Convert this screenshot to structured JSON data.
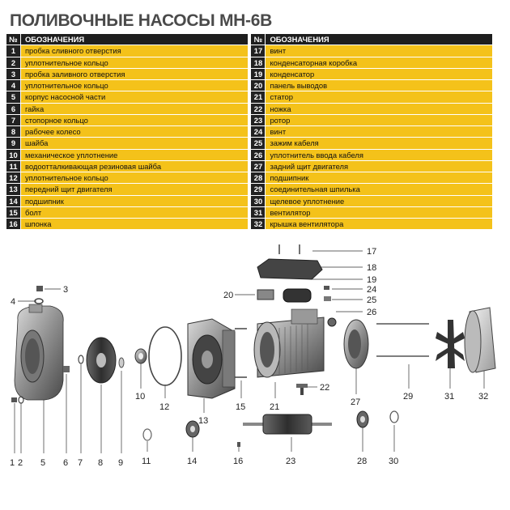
{
  "title": "ПОЛИВОЧНЫЕ НАСОСЫ  МН-6В",
  "header": {
    "num": "№",
    "name": "ОБОЗНАЧЕНИЯ"
  },
  "left_parts": [
    {
      "n": "1",
      "name": "пробка сливного отверстия"
    },
    {
      "n": "2",
      "name": "уплотнительное кольцо"
    },
    {
      "n": "3",
      "name": "пробка заливного отверстия"
    },
    {
      "n": "4",
      "name": "уплотнительное кольцо"
    },
    {
      "n": "5",
      "name": "корпус насосной части"
    },
    {
      "n": "6",
      "name": "гайка"
    },
    {
      "n": "7",
      "name": "стопорное кольцо"
    },
    {
      "n": "8",
      "name": "рабочее колесо"
    },
    {
      "n": "9",
      "name": "шайба"
    },
    {
      "n": "10",
      "name": "механическое уплотнение"
    },
    {
      "n": "11",
      "name": "водоотталкивающая резиновая шайба"
    },
    {
      "n": "12",
      "name": "уплотнительное кольцо"
    },
    {
      "n": "13",
      "name": "передний щит двигателя"
    },
    {
      "n": "14",
      "name": "подшипник"
    },
    {
      "n": "15",
      "name": "болт"
    },
    {
      "n": "16",
      "name": "шпонка"
    }
  ],
  "right_parts": [
    {
      "n": "17",
      "name": "винт"
    },
    {
      "n": "18",
      "name": "конденсаторная коробка"
    },
    {
      "n": "19",
      "name": "конденсатор"
    },
    {
      "n": "20",
      "name": "панель выводов"
    },
    {
      "n": "21",
      "name": "статор"
    },
    {
      "n": "22",
      "name": "ножка"
    },
    {
      "n": "23",
      "name": "ротор"
    },
    {
      "n": "24",
      "name": "винт"
    },
    {
      "n": "25",
      "name": "зажим кабеля"
    },
    {
      "n": "26",
      "name": "уплотнитель ввода кабеля"
    },
    {
      "n": "27",
      "name": "задний щит двигателя"
    },
    {
      "n": "28",
      "name": "подшипник"
    },
    {
      "n": "29",
      "name": "соединительная шпилька"
    },
    {
      "n": "30",
      "name": "щелевое уплотнение"
    },
    {
      "n": "31",
      "name": "вентилятор"
    },
    {
      "n": "32",
      "name": "крышка вентилятора"
    }
  ],
  "callouts": [
    "1",
    "2",
    "3",
    "4",
    "5",
    "6",
    "7",
    "8",
    "9",
    "10",
    "11",
    "12",
    "13",
    "14",
    "15",
    "16",
    "17",
    "18",
    "19",
    "20",
    "21",
    "22",
    "23",
    "24",
    "25",
    "26",
    "27",
    "28",
    "29",
    "30",
    "31",
    "32"
  ],
  "colors": {
    "header_bg": "#1e1e1e",
    "row_bg": "#f4c21a",
    "metal": "#8a8a8a"
  }
}
